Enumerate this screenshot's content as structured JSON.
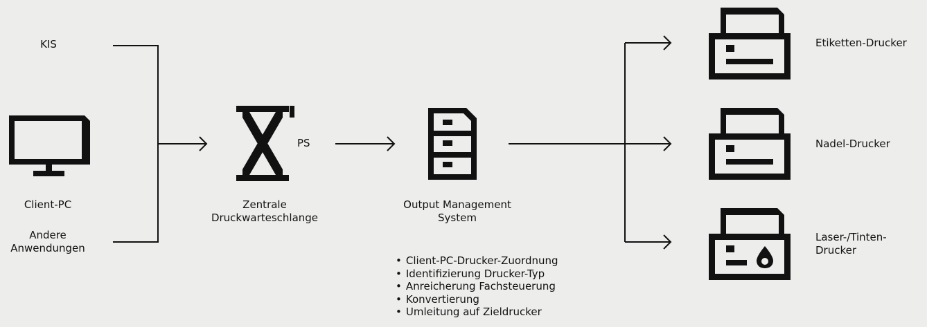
{
  "sources": {
    "kis": "KIS",
    "client_pc": "Client-PC",
    "other_apps_line1": "Andere",
    "other_apps_line2": "Anwendungen"
  },
  "queue": {
    "title_line1": "Zentrale",
    "title_line2": "Druckwarteschlange",
    "protocol": "PS"
  },
  "oms": {
    "title_line1": "Output Management",
    "title_line2": "System",
    "features": [
      "Client-PC-Drucker-Zuordnung",
      "Identifizierung Drucker-Typ",
      "Anreicherung Fachsteuerung",
      "Konvertierung",
      "Umleitung auf Zieldrucker"
    ]
  },
  "printers": {
    "label": "Etiketten-Drucker",
    "dot_matrix": "Nadel-Drucker",
    "laser_line1": "Laser-/Tinten-",
    "laser_line2": "Drucker"
  }
}
